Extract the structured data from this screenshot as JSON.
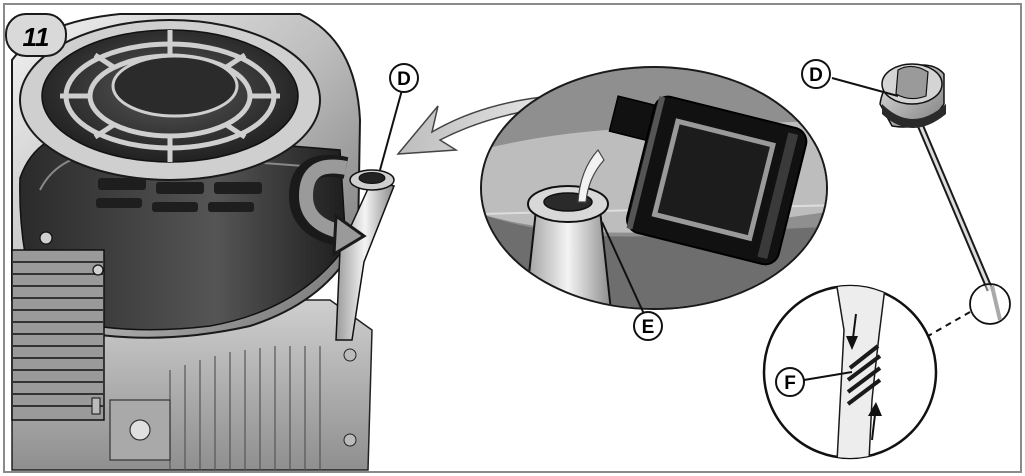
{
  "figure": {
    "number": "11"
  },
  "callouts": {
    "d_engine": "D",
    "d_cap": "D",
    "e": "E",
    "f": "F"
  },
  "colors": {
    "frame": "#8a8a8a",
    "ink": "#000000",
    "engine_dark": "#3a3a3a",
    "engine_mid": "#8c8c8c",
    "engine_light": "#d6d6d6",
    "badge": "#d9d9d9"
  }
}
